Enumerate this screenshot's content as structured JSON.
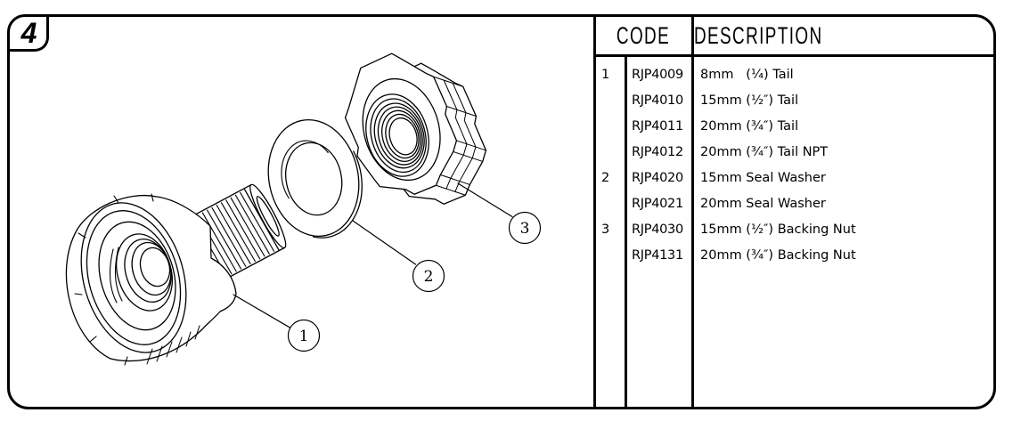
{
  "page_number": "4",
  "table": {
    "headers": {
      "code": "CODE",
      "description": "DESCRIPTION"
    },
    "rows": [
      {
        "item": "1",
        "code": "RJP4009",
        "description": "8mm   (¼) Tail"
      },
      {
        "item": "",
        "code": "RJP4010",
        "description": "15mm (½″) Tail"
      },
      {
        "item": "",
        "code": "RJP4011",
        "description": "20mm (¾″) Tail"
      },
      {
        "item": "",
        "code": "RJP4012",
        "description": "20mm (¾″) Tail NPT"
      },
      {
        "item": "2",
        "code": "RJP4020",
        "description": "15mm Seal Washer"
      },
      {
        "item": "",
        "code": "RJP4021",
        "description": "20mm Seal Washer"
      },
      {
        "item": "3",
        "code": "RJP4030",
        "description": "15mm (½″) Backing Nut"
      },
      {
        "item": "",
        "code": "RJP4131",
        "description": "20mm (¾″) Backing Nut"
      }
    ]
  },
  "callouts": [
    {
      "label": "1"
    },
    {
      "label": "2"
    },
    {
      "label": "3"
    }
  ],
  "colors": {
    "line": "#000000",
    "background": "#ffffff"
  }
}
